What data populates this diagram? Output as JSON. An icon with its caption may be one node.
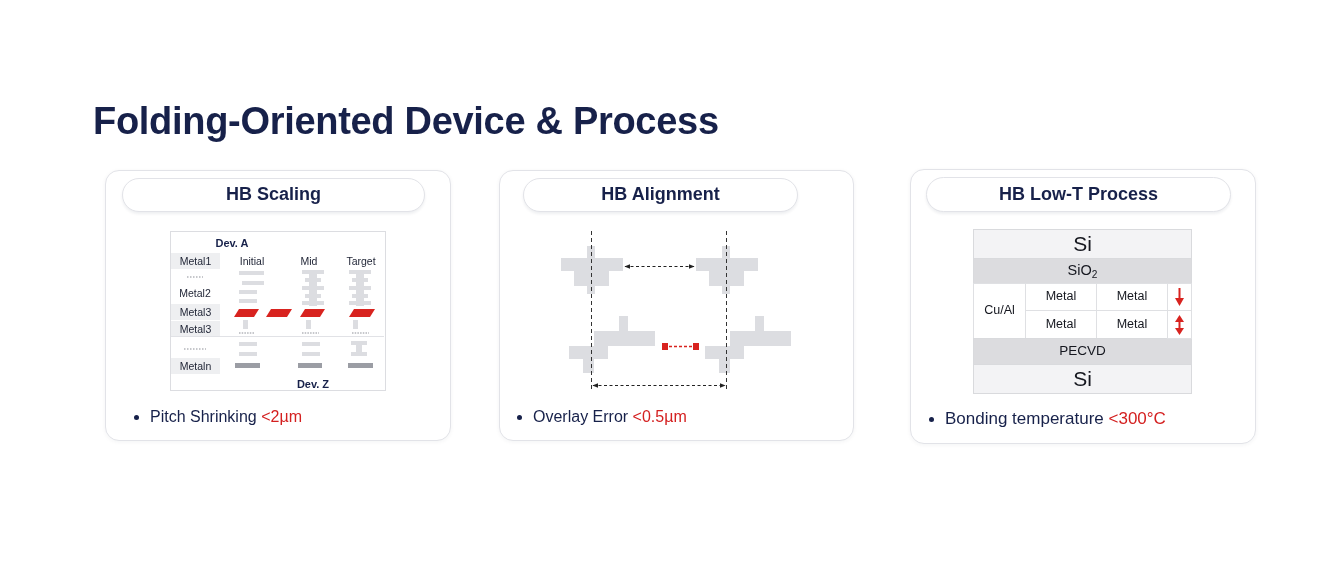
{
  "diagram": {
    "title": "Folding-Oriented Device & Process",
    "nodes": [
      {
        "text": [
          "Pitch Shrinking <2µm"
        ]
      },
      {
        "text": [
          "HB Scaling"
        ],
        "in": 0
      },
      {
        "text": [
          "Dev. A",
          "Metal1",
          "Initial",
          "Mid",
          "Target",
          "Metal2",
          "Metal3",
          "Metal3",
          "Metaln",
          "Dev. Z"
        ],
        "in": 0
      },
      {
        "text": [
          "Overlay Error <0.5µm"
        ]
      },
      {
        "text": [
          "HB Alignment"
        ],
        "in": 3
      },
      {
        "text": [
          "Bonding temperature <300°C"
        ]
      },
      {
        "text": [
          "HB Low-T Process"
        ],
        "in": 5
      },
      {
        "text": [
          "Si"
        ],
        "in": 5
      },
      {
        "text": [
          "SiO$_{2}$"
        ],
        "in": 5
      },
      {
        "text": [
          "Cu/Al"
        ],
        "in": 5
      },
      {
        "text": [
          "Metal"
        ],
        "in": 5
      },
      {
        "text": [
          "Metal"
        ],
        "in": 5
      },
      {
        "text": [
          "Metal"
        ],
        "in": 5
      },
      {
        "text": [
          "Metal"
        ],
        "in": 5
      },
      {
        "text": [
          "PECVD"
        ],
        "in": 5
      },
      {
        "text": [
          "Si"
        ],
        "in": 5
      }
    ]
  }
}
